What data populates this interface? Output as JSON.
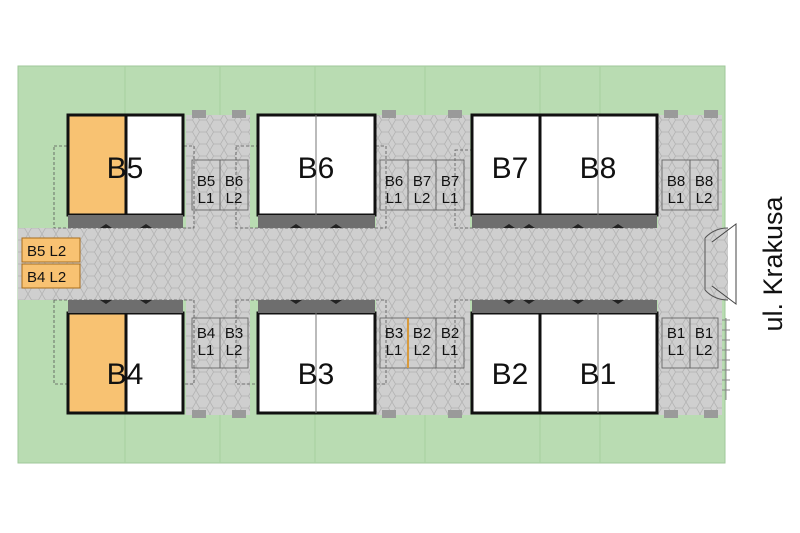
{
  "street": "ul. Krakusa",
  "colors": {
    "lawn": "#b9dcb2",
    "paving": "#cfcfcf",
    "building_fill": "#ffffff",
    "building_stroke": "#111111",
    "highlight": "#f8c272",
    "highlight_stroke": "#a86d1c"
  },
  "buildings": [
    {
      "id": "B5",
      "highlighted": true
    },
    {
      "id": "B6",
      "highlighted": false
    },
    {
      "id": "B7",
      "highlighted": false
    },
    {
      "id": "B8",
      "highlighted": false
    },
    {
      "id": "B4",
      "highlighted": true
    },
    {
      "id": "B3",
      "highlighted": false
    },
    {
      "id": "B2",
      "highlighted": false
    },
    {
      "id": "B1",
      "highlighted": false
    }
  ],
  "parking_spots": [
    {
      "line1": "B5",
      "line2": "L1"
    },
    {
      "line1": "B6",
      "line2": "L2"
    },
    {
      "line1": "B6",
      "line2": "L1"
    },
    {
      "line1": "B7",
      "line2": "L2"
    },
    {
      "line1": "B7",
      "line2": "L1"
    },
    {
      "line1": "B8",
      "line2": "L1"
    },
    {
      "line1": "B8",
      "line2": "L2"
    },
    {
      "line1": "B4",
      "line2": "L1"
    },
    {
      "line1": "B3",
      "line2": "L2"
    },
    {
      "line1": "B3",
      "line2": "L1"
    },
    {
      "line1": "B2",
      "line2": "L2"
    },
    {
      "line1": "B2",
      "line2": "L1"
    },
    {
      "line1": "B1",
      "line2": "L1"
    },
    {
      "line1": "B1",
      "line2": "L2"
    }
  ],
  "side_spots": [
    "B5 L2",
    "B4 L2"
  ]
}
